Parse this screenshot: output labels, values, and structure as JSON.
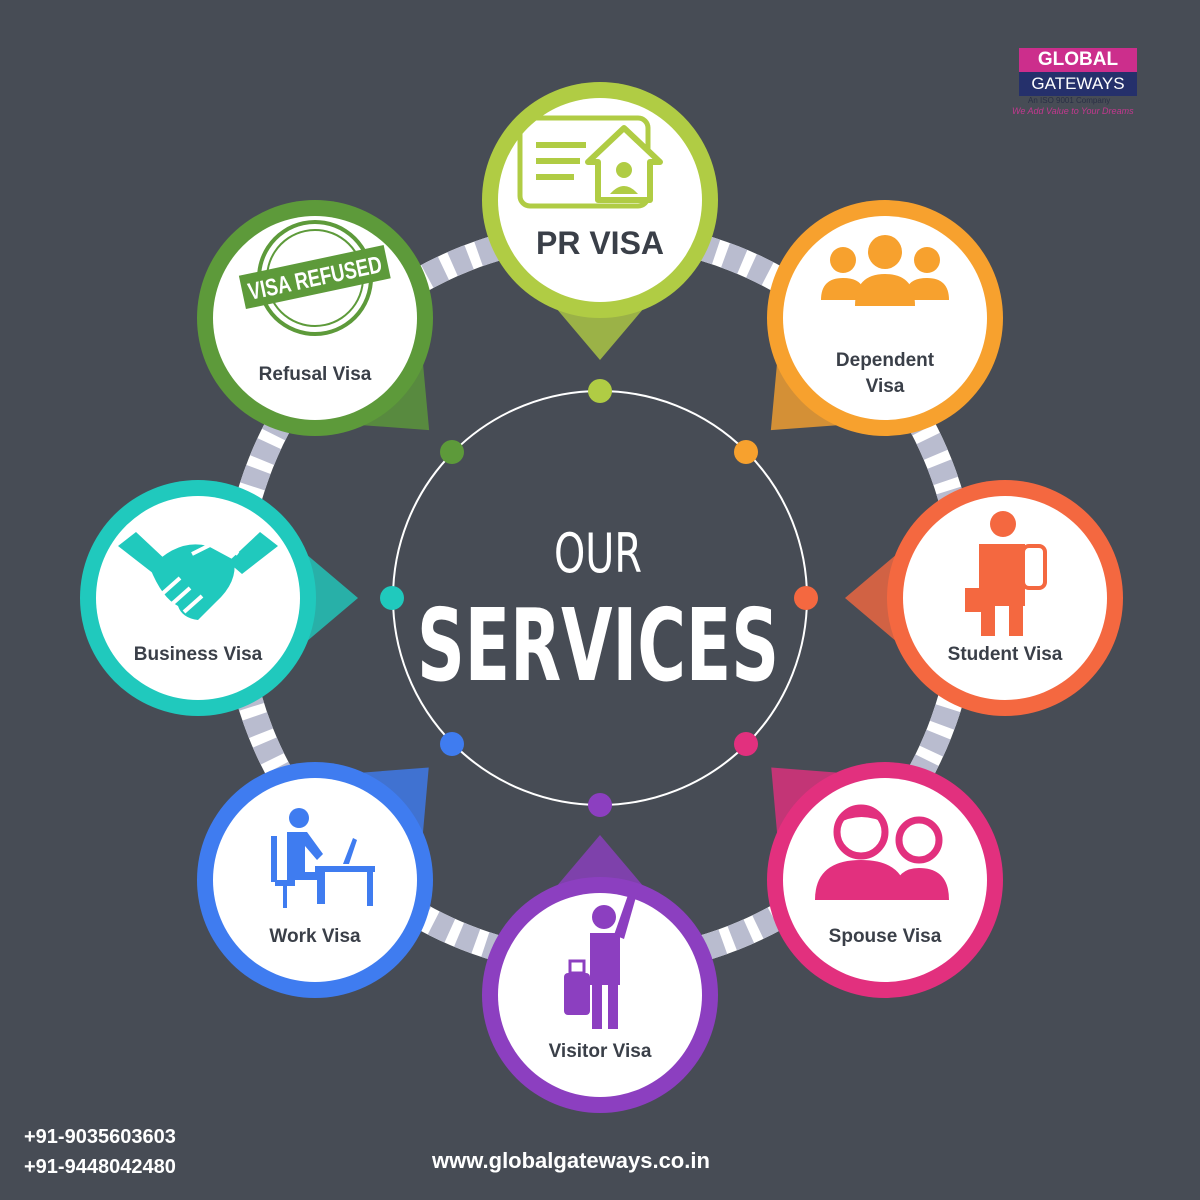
{
  "brand": {
    "line1": "GLOBAL",
    "line2": "GATEWAYS",
    "iso": "An ISO 9001 Company",
    "tagline": "We Add Value to Your Dreams"
  },
  "title": {
    "line1": "OUR",
    "line2": "SERVICES"
  },
  "services": [
    {
      "label_lines": [
        "PR VISA"
      ],
      "icon": "pr-card-home-icon",
      "color": "#b0cc44"
    },
    {
      "label_lines": [
        "Dependent",
        "Visa"
      ],
      "icon": "group-people-icon",
      "color": "#f7a12e"
    },
    {
      "label_lines": [
        "Student Visa"
      ],
      "icon": "student-backpack-icon",
      "color": "#f46840"
    },
    {
      "label_lines": [
        "Spouse Visa"
      ],
      "icon": "couple-icon",
      "color": "#e2307e"
    },
    {
      "label_lines": [
        "Visitor Visa"
      ],
      "icon": "traveler-suitcase-icon",
      "color": "#8c3fc0"
    },
    {
      "label_lines": [
        "Work Visa"
      ],
      "icon": "person-at-desk-icon",
      "color": "#3f7cf0"
    },
    {
      "label_lines": [
        "Business Visa"
      ],
      "icon": "handshake-icon",
      "color": "#20c9bd"
    },
    {
      "label_lines": [
        "Refusal Visa"
      ],
      "icon": "visa-refused-stamp-icon",
      "color": "#5d9a3a",
      "stamp_text": "VISA REFUSED"
    }
  ],
  "contact": {
    "phone1": "+91-9035603603",
    "phone2": "+91-9448042480",
    "website": "www.globalgateways.co.in"
  },
  "colors": {
    "background": "#474c55",
    "ring": "#b9bccf"
  }
}
